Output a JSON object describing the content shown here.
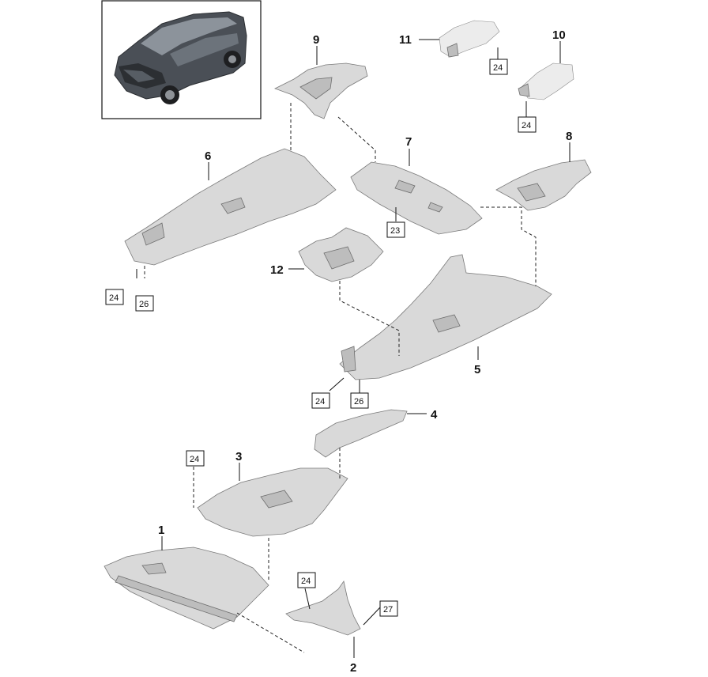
{
  "callouts": {
    "p1": "1",
    "p2": "2",
    "p3": "3",
    "p4": "4",
    "p5": "5",
    "p6": "6",
    "p7": "7",
    "p8": "8",
    "p9": "9",
    "p10": "10",
    "p11": "11",
    "p12": "12"
  },
  "boxed": {
    "b24_11": "24",
    "b24_10": "24",
    "b23": "23",
    "b24_6": "24",
    "b26_6": "26",
    "b24_5": "24",
    "b26_5": "26",
    "b24_3": "24",
    "b24_2": "24",
    "b27": "27"
  }
}
